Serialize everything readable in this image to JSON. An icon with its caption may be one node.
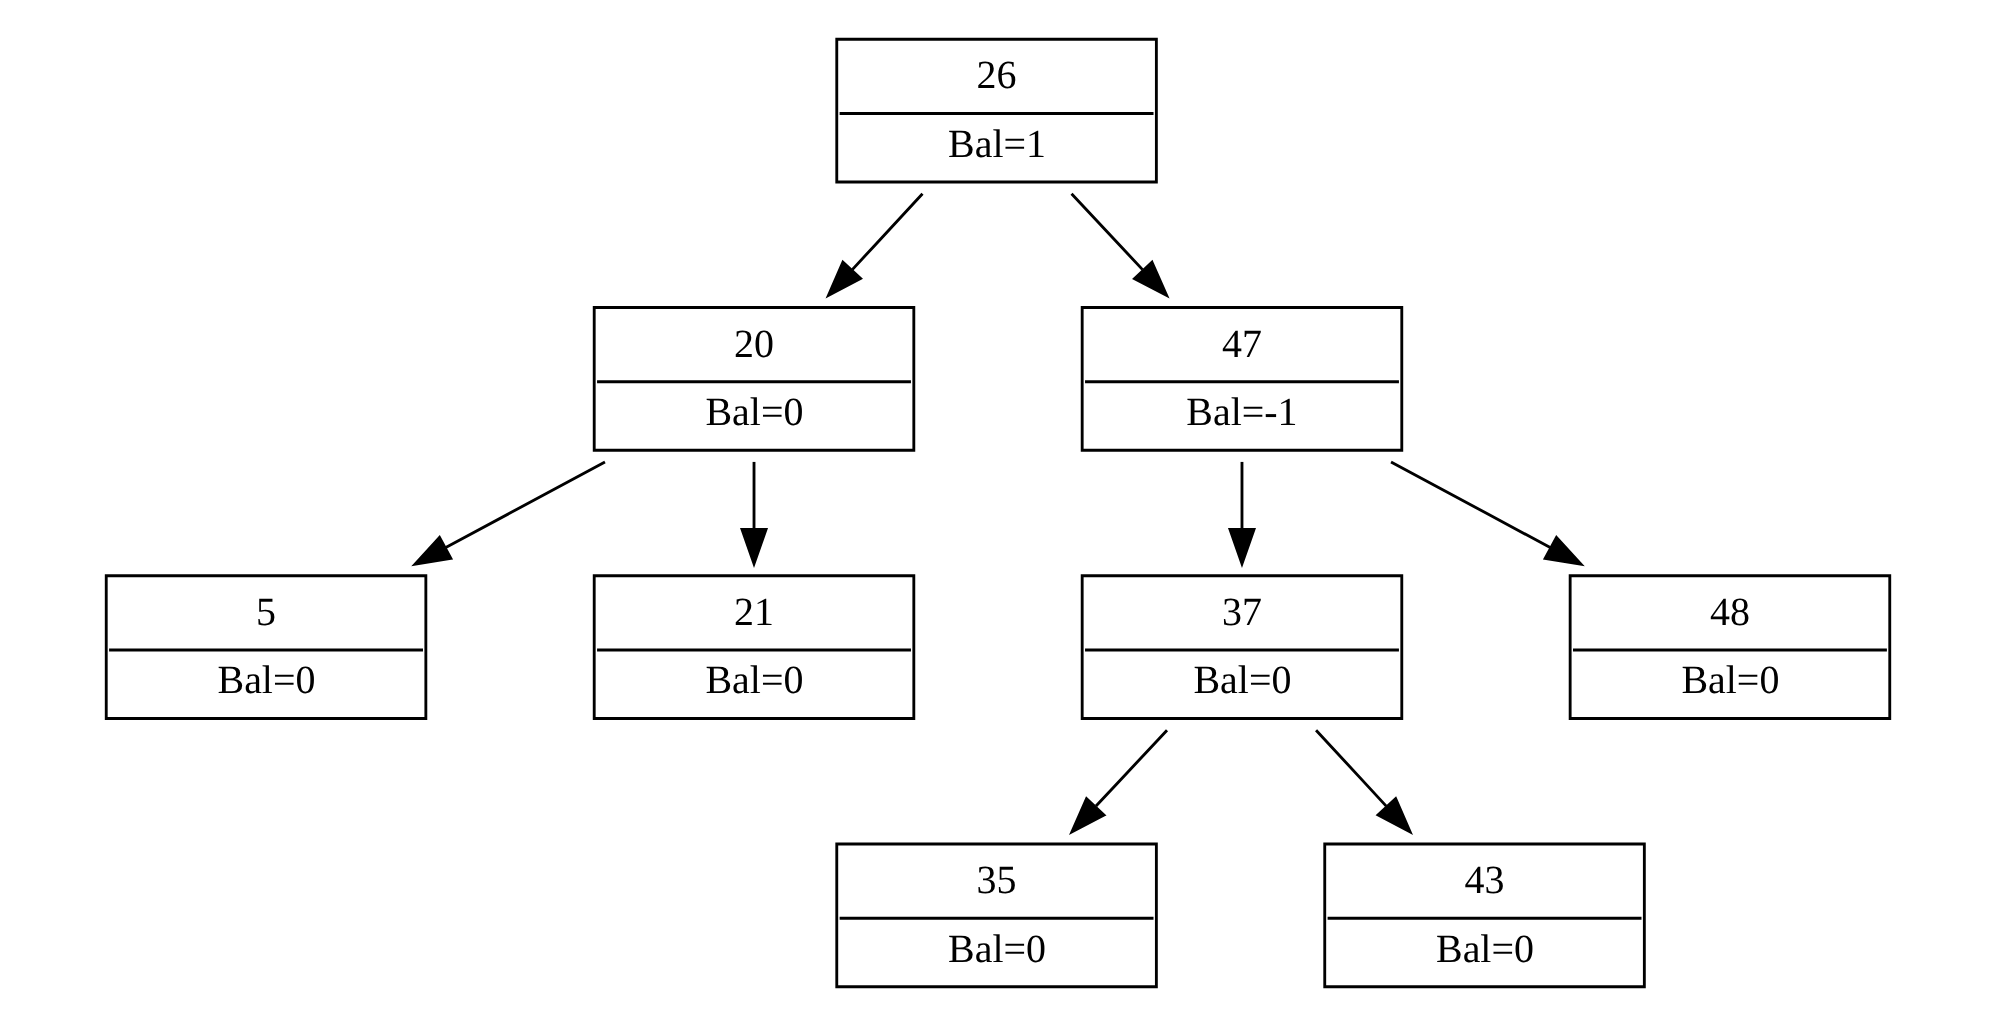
{
  "diagram": {
    "nodes": [
      {
        "text": [
          "26",
          "Bal=1"
        ]
      },
      {
        "text": [
          "20",
          "Bal=0"
        ]
      },
      {
        "text": [
          "47",
          "Bal=-1"
        ]
      },
      {
        "text": [
          "5",
          "Bal=0"
        ]
      },
      {
        "text": [
          "21",
          "Bal=0"
        ]
      },
      {
        "text": [
          "37",
          "Bal=0"
        ]
      },
      {
        "text": [
          "48",
          "Bal=0"
        ]
      },
      {
        "text": [
          "35",
          "Bal=0"
        ]
      },
      {
        "text": [
          "43",
          "Bal=0"
        ]
      }
    ],
    "edges": [
      {
        "from": 0,
        "to": 1,
        "arrow": "to"
      },
      {
        "from": 0,
        "to": 2,
        "arrow": "to"
      },
      {
        "from": 1,
        "to": 3,
        "arrow": "to"
      },
      {
        "from": 1,
        "to": 4,
        "arrow": "to"
      },
      {
        "from": 2,
        "to": 5,
        "arrow": "to"
      },
      {
        "from": 2,
        "to": 6,
        "arrow": "to"
      },
      {
        "from": 5,
        "to": 7,
        "arrow": "to"
      },
      {
        "from": 5,
        "to": 8,
        "arrow": "to"
      }
    ]
  }
}
